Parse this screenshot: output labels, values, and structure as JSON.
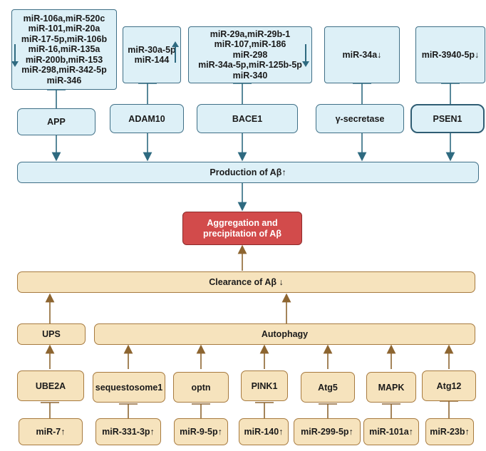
{
  "top_mirnas": {
    "app_group": [
      "miR-106a,miR-520c",
      "miR-101,miR-20a",
      "miR-17-5p,miR-106b",
      "miR-16,miR-135a",
      "miR-200b,miR-153",
      "miR-298,miR-342-5p",
      "miR-346"
    ],
    "adam10_group": [
      "miR-30a-5p",
      "miR-144"
    ],
    "bace1_group": [
      "miR-29a,miR-29b-1",
      "miR-107,miR-186",
      "miR-298",
      "miR-34a-5p,miR-125b-5p",
      "miR-340"
    ],
    "gsecretase_group": "miR-34a↓",
    "psen1_group": "miR-3940-5p↓"
  },
  "targets": {
    "app": "APP",
    "adam10": "ADAM10",
    "bace1": "BACE1",
    "gsecretase": "γ-secretase",
    "psen1": "PSEN1"
  },
  "production": "Production of Aβ↑",
  "aggregation": [
    "Aggregation and",
    "precipitation of Aβ"
  ],
  "clearance": "Clearance of Aβ ↓",
  "ups": "UPS",
  "autophagy": "Autophagy",
  "proteins": {
    "ube2a": "UBE2A",
    "sequestosome1": "sequestosome1",
    "optn": "optn",
    "pink1": "PINK1",
    "atg5": "Atg5",
    "mapk": "MAPK",
    "atg12": "Atg12"
  },
  "bottom_mirnas": {
    "mir7": "miR-7↑",
    "mir331": "miR-331-3p↑",
    "mir9": "miR-9-5p↑",
    "mir140": "miR-140↑",
    "mir299": "miR-299-5p↑",
    "mir101a": "miR-101a↑",
    "mir23b": "miR-23b↑"
  },
  "colors": {
    "blue_fill": "#ddf0f7",
    "blue_stroke": "#3f6f86",
    "tan_fill": "#f6e3bd",
    "tan_stroke": "#a77a3f",
    "red_fill": "#d24b4b"
  }
}
